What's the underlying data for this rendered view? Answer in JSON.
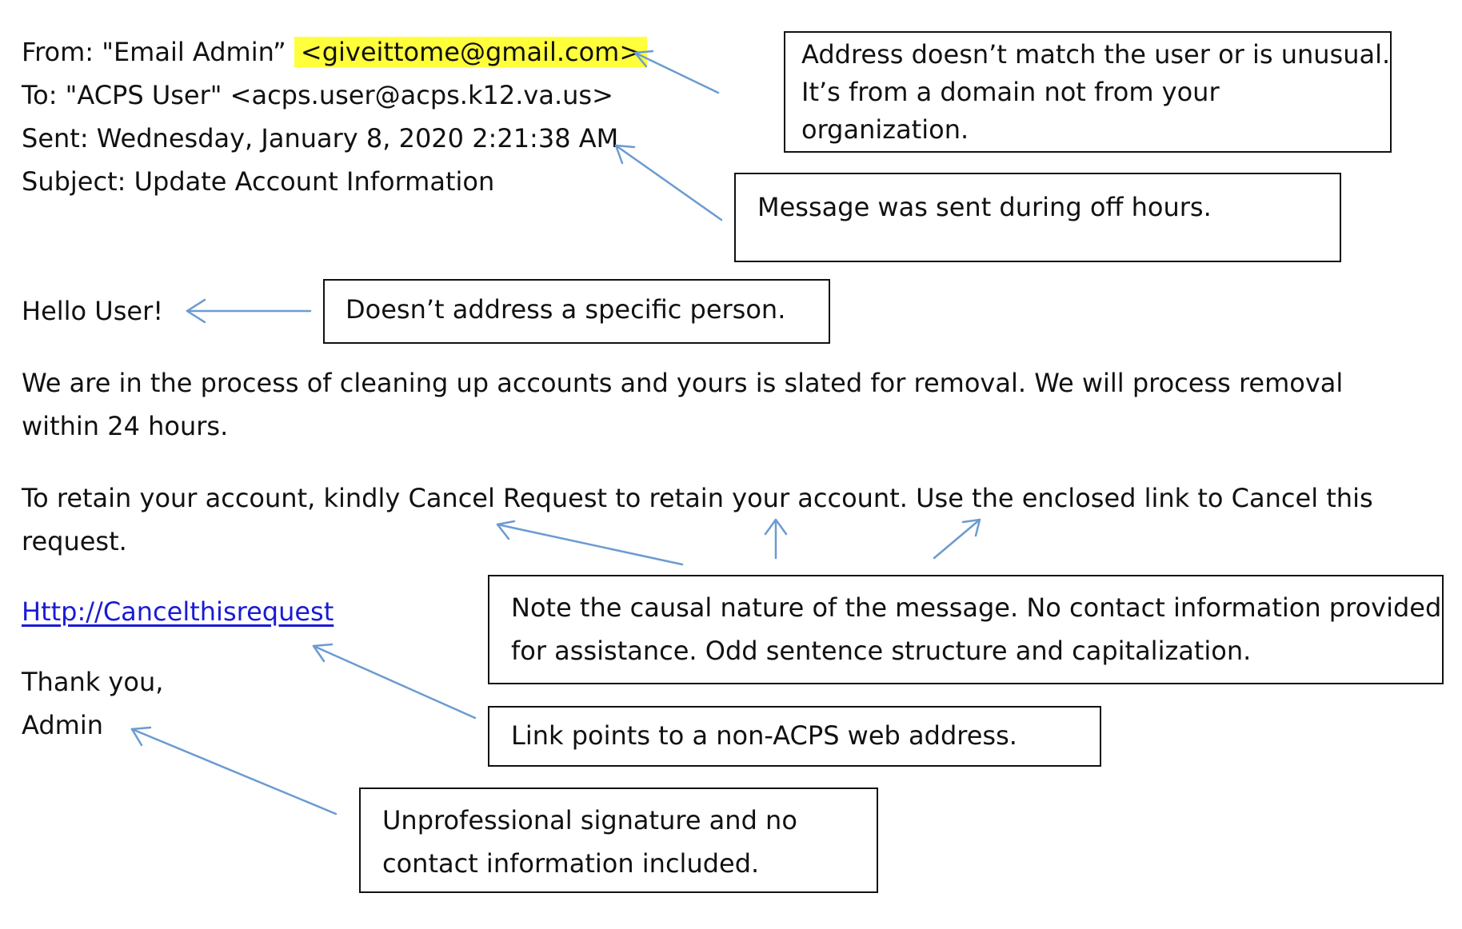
{
  "email": {
    "from_prefix": "From: \"Email Admin” ",
    "from_address": "<giveittome@gmail.com>",
    "to": "To: \"ACPS User\" <acps.user@acps.k12.va.us>",
    "sent": "Sent: Wednesday, January 8, 2020 2:21:38 AM",
    "subject": "Subject: Update Account Information",
    "greeting": "Hello User!",
    "para1_line1": "We are in the process of cleaning up accounts and yours is slated for removal.  We will process removal",
    "para1_line2": "within 24 hours.",
    "para2_line1": "To retain your account, kindly Cancel Request to retain your account. Use the enclosed link to Cancel this",
    "para2_line2": "request.",
    "link": "Http://Cancelthisrequest",
    "closing": "Thank you,",
    "signature": "Admin"
  },
  "callouts": {
    "address": [
      "Address doesn’t match the user or is unusual.",
      "It’s from a domain not from your",
      "organization."
    ],
    "sent_time": [
      "Message was sent during off hours."
    ],
    "greeting": [
      "Doesn’t address a specific person."
    ],
    "tone": [
      "Note the causal nature of the message. No contact information provided",
      "for assistance. Odd sentence structure and capitalization."
    ],
    "link": [
      "Link points to a non-ACPS web address."
    ],
    "signature": [
      "Unprofessional signature and no",
      "contact information included."
    ]
  },
  "colors": {
    "highlight": "#ffff3c",
    "link": "#1a1ad6",
    "arrow": "#6b9bd0"
  }
}
